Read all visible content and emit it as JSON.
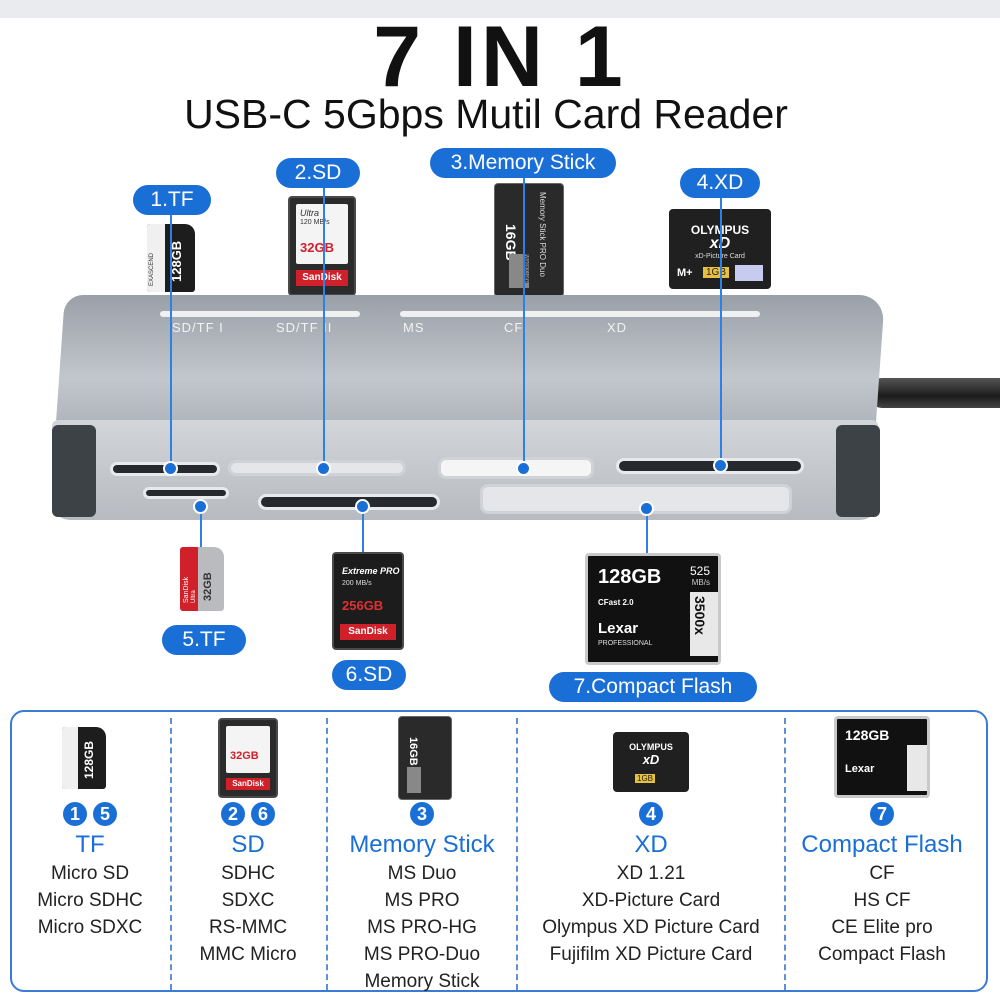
{
  "heading": {
    "title": "7 IN 1",
    "subtitle": "USB-C 5Gbps Mutil Card Reader"
  },
  "callouts": {
    "tf1": "1.TF",
    "sd2": "2.SD",
    "ms3": "3.Memory Stick",
    "xd4": "4.XD",
    "tf5": "5.TF",
    "sd6": "6.SD",
    "cf7": "7.Compact Flash"
  },
  "slot_labels": {
    "sdtf1": "SD/TF I",
    "sdtf2": "SD/TF II",
    "ms": "MS",
    "cf": "CF",
    "xd": "XD"
  },
  "cards": {
    "tf_top": {
      "brand": "EXASCEND",
      "capacity": "128GB"
    },
    "sd_top": {
      "brand": "Ultra",
      "speed": "120 MB/s",
      "capacity": "32GB",
      "maker": "SanDisk"
    },
    "ms_top": {
      "capacity": "16GB",
      "name": "Memory Stick PRO Duo",
      "badge": "MagicGate"
    },
    "xd_top": {
      "brand": "OLYMPUS",
      "logo": "xD",
      "sub": "xD-Picture Card",
      "mplus": "M+",
      "capacity": "1GB"
    },
    "tf_bottom": {
      "maker": "SanDisk",
      "line": "Ultra",
      "capacity": "32GB"
    },
    "sd_bottom": {
      "brand": "Extreme PRO",
      "speed": "200 MB/s",
      "capacity": "256GB",
      "maker": "SanDisk"
    },
    "cf_bottom": {
      "capacity": "128GB",
      "speed": "525",
      "unit": "MB/s",
      "fast": "CFast 2.0",
      "maker": "Lexar",
      "pro": "PROFESSIONAL",
      "rating": "3500x"
    }
  },
  "columns": [
    {
      "numbers": [
        "1",
        "5"
      ],
      "name": "TF",
      "specs": [
        "Micro SD",
        "Micro SDHC",
        "Micro SDXC"
      ]
    },
    {
      "numbers": [
        "2",
        "6"
      ],
      "name": "SD",
      "specs": [
        "SDHC",
        "SDXC",
        "RS-MMC",
        "MMC Micro"
      ]
    },
    {
      "numbers": [
        "3"
      ],
      "name": "Memory Stick",
      "specs": [
        "MS Duo",
        "MS PRO",
        "MS PRO-HG",
        "MS PRO-Duo",
        "Memory Stick"
      ]
    },
    {
      "numbers": [
        "4"
      ],
      "name": "XD",
      "specs": [
        "XD 1.21",
        "XD-Picture Card",
        "Olympus XD Picture Card",
        "Fujifilm  XD Picture Card"
      ]
    },
    {
      "numbers": [
        "7"
      ],
      "name": "Compact Flash",
      "specs": [
        "CF",
        "HS CF",
        "CE Elite pro",
        "Compact Flash"
      ]
    }
  ],
  "colors": {
    "accent": "#1a6fd6",
    "hub": "#b7bbc0",
    "sandisk_red": "#d0202a"
  }
}
